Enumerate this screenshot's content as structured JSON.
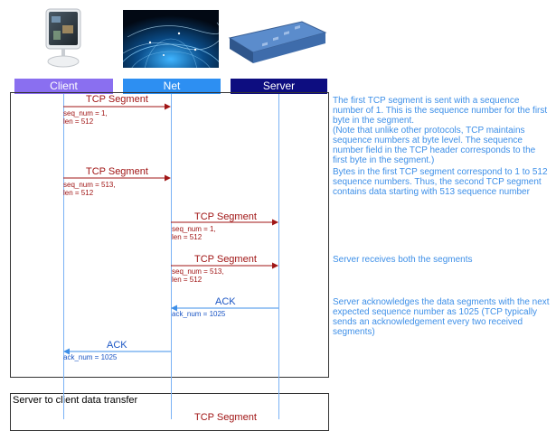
{
  "entities": [
    {
      "label": "Client",
      "color": "#8a6ff0"
    },
    {
      "label": "Net",
      "color": "#2d8ff2"
    },
    {
      "label": "Server",
      "color": "#0d0d80"
    }
  ],
  "panel2_title": "Server to client data transfer",
  "messages": [
    {
      "label": "TCP Segment",
      "from": "Client",
      "to": "Net",
      "params": "seq_num = 1,\nlen = 512",
      "kind": "data"
    },
    {
      "label": "TCP Segment",
      "from": "Client",
      "to": "Net",
      "params": "seq_num = 513,\nlen = 512",
      "kind": "data"
    },
    {
      "label": "TCP Segment",
      "from": "Net",
      "to": "Server",
      "params": "seq_num = 1,\nlen = 512",
      "kind": "data"
    },
    {
      "label": "TCP Segment",
      "from": "Net",
      "to": "Server",
      "params": "seq_num = 513,\nlen = 512",
      "kind": "data"
    },
    {
      "label": "ACK",
      "from": "Server",
      "to": "Net",
      "params": "ack_num = 1025",
      "kind": "ack"
    },
    {
      "label": "ACK",
      "from": "Net",
      "to": "Client",
      "params": "ack_num = 1025",
      "kind": "ack"
    },
    {
      "label": "TCP Segment",
      "from": "Net",
      "to": "Server",
      "params": "",
      "kind": "data"
    }
  ],
  "notes": [
    "The first TCP segment is sent with a sequence number of 1. This is the sequence number for the first byte in the segment.\n(Note that unlike other protocols, TCP maintains sequence numbers at byte level. The sequence number field in the TCP header corresponds to the first byte in the segment.)",
    "Bytes in the first TCP segment correspond to 1 to 512 sequence numbers. Thus, the second TCP segment contains data starting with 513 sequence number",
    "Server receives both the segments",
    "Server acknowledges the data segments with the next expected sequence number as 1025 (TCP typically sends an acknowledgement every two received segments)"
  ],
  "colors": {
    "data_arrow": "#a01515",
    "ack_arrow": "#3d8fe8",
    "note_text": "#3d8fe8",
    "lifeline": "#7ab2f5"
  },
  "icons": [
    "desktop-computer-icon",
    "network-globe-icon",
    "rack-server-icon"
  ]
}
